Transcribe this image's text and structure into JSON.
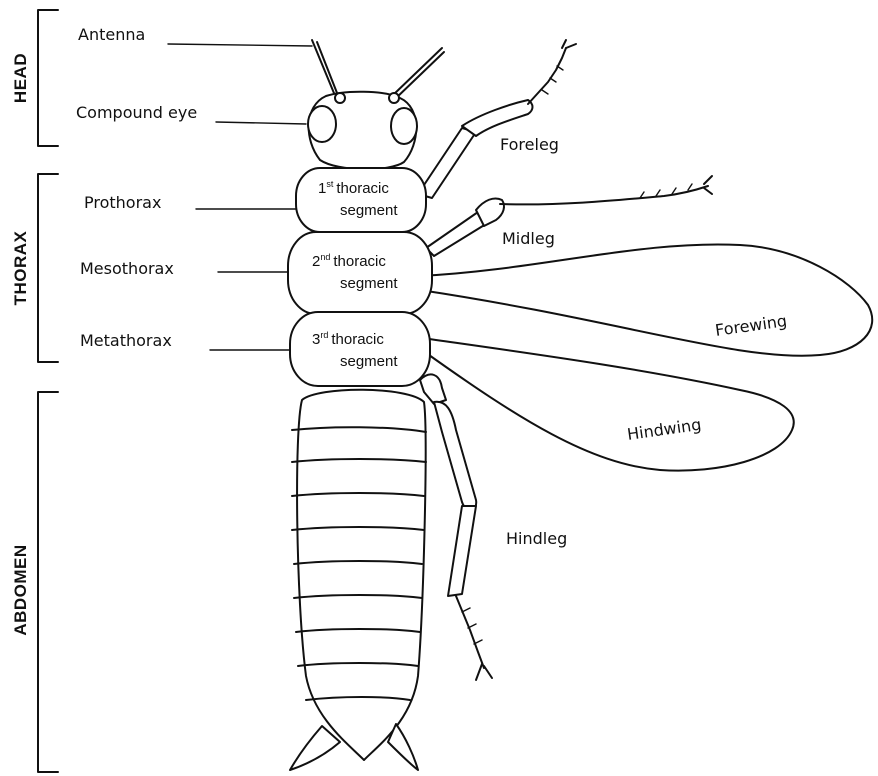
{
  "regions": {
    "head": "HEAD",
    "thorax": "THORAX",
    "abdomen": "ABDOMEN"
  },
  "labels": {
    "antenna": "Antenna",
    "compound_eye": "Compound eye",
    "prothorax": "Prothorax",
    "mesothorax": "Mesothorax",
    "metathorax": "Metathorax",
    "foreleg": "Foreleg",
    "midleg": "Midleg",
    "forewing": "Forewing",
    "hindwing": "Hindwing",
    "hindleg": "Hindleg"
  },
  "segments": [
    {
      "ordinal": "1",
      "suffix": "st",
      "name": "thoracic",
      "word": "segment"
    },
    {
      "ordinal": "2",
      "suffix": "nd",
      "name": "thoracic",
      "word": "segment"
    },
    {
      "ordinal": "3",
      "suffix": "rd",
      "name": "thoracic",
      "word": "segment"
    }
  ]
}
